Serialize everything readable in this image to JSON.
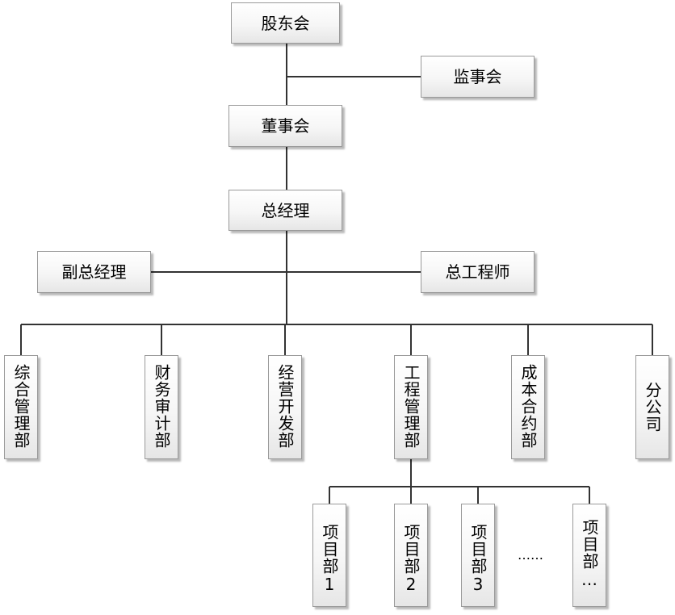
{
  "nodes": {
    "shareholders": "股东会",
    "supervisors": "监事会",
    "board": "董事会",
    "general_manager": "总经理",
    "deputy_gm": "副总经理",
    "chief_engineer": "总工程师",
    "departments": [
      "综合管理部",
      "财务审计部",
      "经营开发部",
      "工程管理部",
      "成本合约部",
      "分公司"
    ],
    "projects": [
      "项目部1",
      "项目部2",
      "项目部3",
      "项目部…"
    ],
    "ellipsis": "……"
  },
  "colors": {
    "line": "#333333",
    "border": "#9a9a9a",
    "fill": "#f2f2f2"
  }
}
